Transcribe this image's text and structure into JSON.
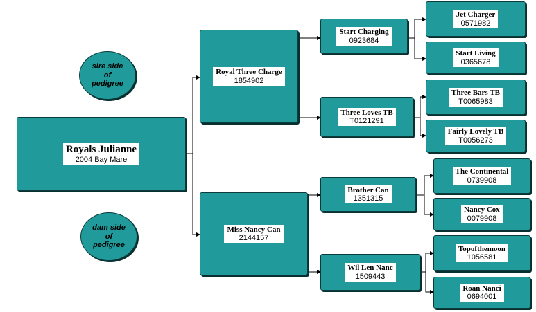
{
  "root": {
    "name": "Royals Julianne",
    "detail": "2004 Bay Mare"
  },
  "sire": {
    "name": "Royal Three Charge",
    "reg": "1854902"
  },
  "dam": {
    "name": "Miss Nancy Can",
    "reg": "2144157"
  },
  "sire_sire": {
    "name": "Start Charging",
    "reg": "0923684"
  },
  "sire_dam": {
    "name": "Three Loves TB",
    "reg": "T0121291"
  },
  "dam_sire": {
    "name": "Brother Can",
    "reg": "1351315"
  },
  "dam_dam": {
    "name": "Wil Len Nanc",
    "reg": "1509443"
  },
  "gg1": {
    "name": "Jet Charger",
    "reg": "0571982"
  },
  "gg2": {
    "name": "Start Living",
    "reg": "0365678"
  },
  "gg3": {
    "name": "Three Bars TB",
    "reg": "T0065983"
  },
  "gg4": {
    "name": "Fairly Lovely TB",
    "reg": "T0056273"
  },
  "gg5": {
    "name": "The Continental",
    "reg": "0739908"
  },
  "gg6": {
    "name": "Nancy Cox",
    "reg": "0079908"
  },
  "gg7": {
    "name": "Topofthemoon",
    "reg": "1056581"
  },
  "gg8": {
    "name": "Roan Nanci",
    "reg": "0694001"
  },
  "labels": {
    "sire_side": "sire side\nof\npedigree",
    "dam_side": "dam side\nof\npedigree"
  },
  "colors": {
    "box_fill": "#209a9a",
    "box_border": "#0b3b3b",
    "line": "#000000"
  }
}
